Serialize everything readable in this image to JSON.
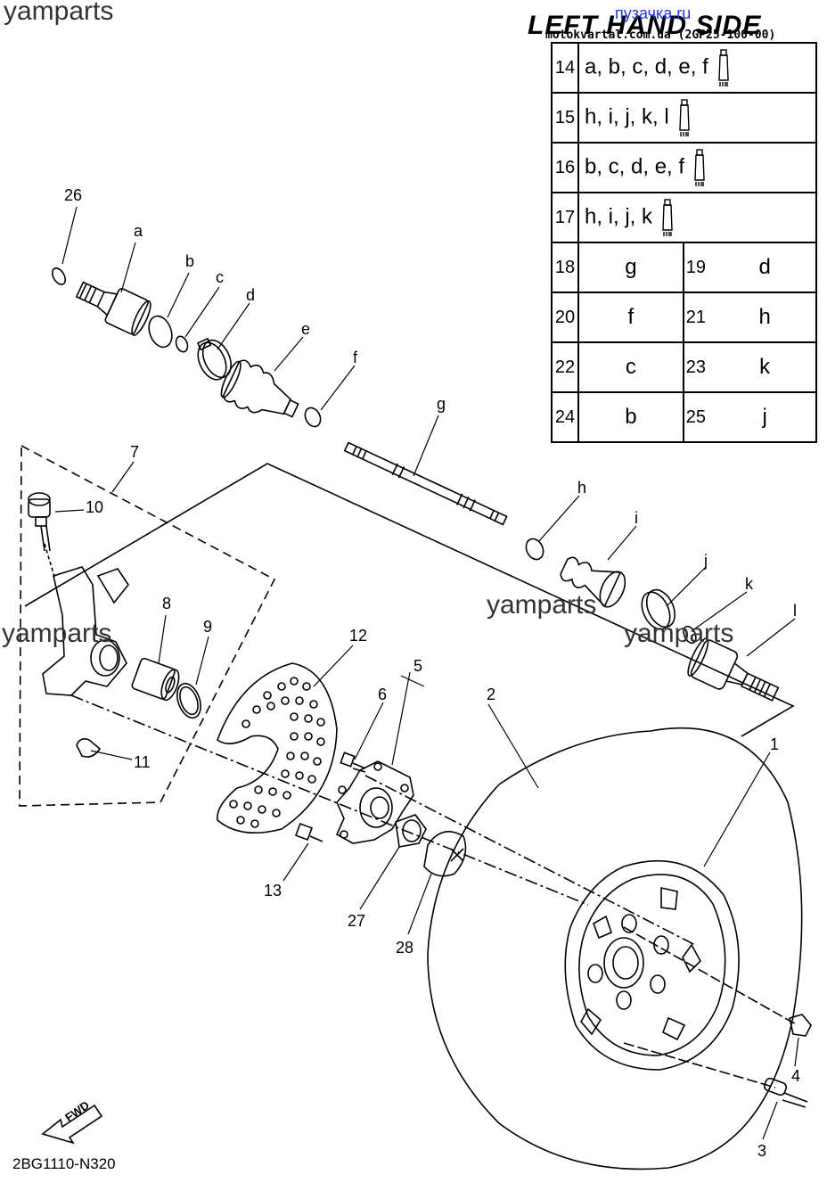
{
  "title": "LEFT HAND SIDE",
  "watermark_blue": "пузачка.ru",
  "watermark_site": "motokvartal.com.ua (2GP25-100-00)",
  "watermarks": [
    "yamparts",
    "yamparts",
    "yamparts",
    "yamparts"
  ],
  "diagram_code": "2BG1110-N320",
  "fwd_label": "FWD",
  "lube_table": {
    "rows_single": [
      {
        "num": "14",
        "codes": "a, b, c, d, e, f"
      },
      {
        "num": "15",
        "codes": "h, i, j, k, l"
      },
      {
        "num": "16",
        "codes": "b, c, d, e, f"
      },
      {
        "num": "17",
        "codes": "h, i, j, k"
      }
    ],
    "rows_pair": [
      {
        "n1": "18",
        "v1": "g",
        "n2": "19",
        "v2": "d"
      },
      {
        "n1": "20",
        "v1": "f",
        "n2": "21",
        "v2": "h"
      },
      {
        "n1": "22",
        "v1": "c",
        "n2": "23",
        "v2": "k"
      },
      {
        "n1": "24",
        "v1": "b",
        "n2": "25",
        "v2": "j"
      }
    ]
  },
  "callouts": {
    "c1": "1",
    "c2": "2",
    "c3": "3",
    "c4": "4",
    "c5": "5",
    "c6": "6",
    "c7": "7",
    "c8": "8",
    "c9": "9",
    "c10": "10",
    "c11": "11",
    "c12": "12",
    "c13": "13",
    "c26": "26",
    "c27": "27",
    "c28": "28",
    "a": "a",
    "b": "b",
    "c": "c",
    "d": "d",
    "e": "e",
    "f": "f",
    "g": "g",
    "h": "h",
    "i": "i",
    "j": "j",
    "k": "k",
    "l": "l"
  }
}
